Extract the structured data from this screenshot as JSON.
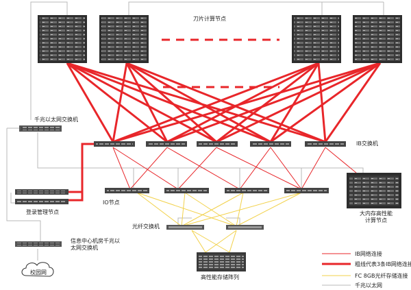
{
  "labels": {
    "blade_nodes": "刀片计算节点",
    "gige_switch": "千兆以太网交换机",
    "ib_switch": "IB交换机",
    "io_nodes": "IO节点",
    "login_mgmt": "登录管理节点",
    "fc_switch": "光纤交换机",
    "bigmem_line1": "大内存高性能",
    "bigmem_line2": "计算节点",
    "storage": "高性能存储阵列",
    "datacenter_line1": "信息中心机房千兆以",
    "datacenter_line2": "太网交换机",
    "campus": "校园网"
  },
  "legend": [
    {
      "label": "IB网络连接",
      "color": "#e8262a",
      "style": "thin"
    },
    {
      "label": "粗线代表3条IB网络连接",
      "color": "#e8262a",
      "style": "thick"
    },
    {
      "label": "FC 8GB光纤存储连接",
      "color": "#f2d14a",
      "style": "thin"
    },
    {
      "label": "千兆以太网",
      "color": "#b8b8b8",
      "style": "thin"
    }
  ],
  "colors": {
    "ib": "#e8262a",
    "fc": "#f2d14a",
    "ethernet": "#b8b8b8",
    "device_dark": "#2d2d2d",
    "device_mid": "#555555"
  }
}
